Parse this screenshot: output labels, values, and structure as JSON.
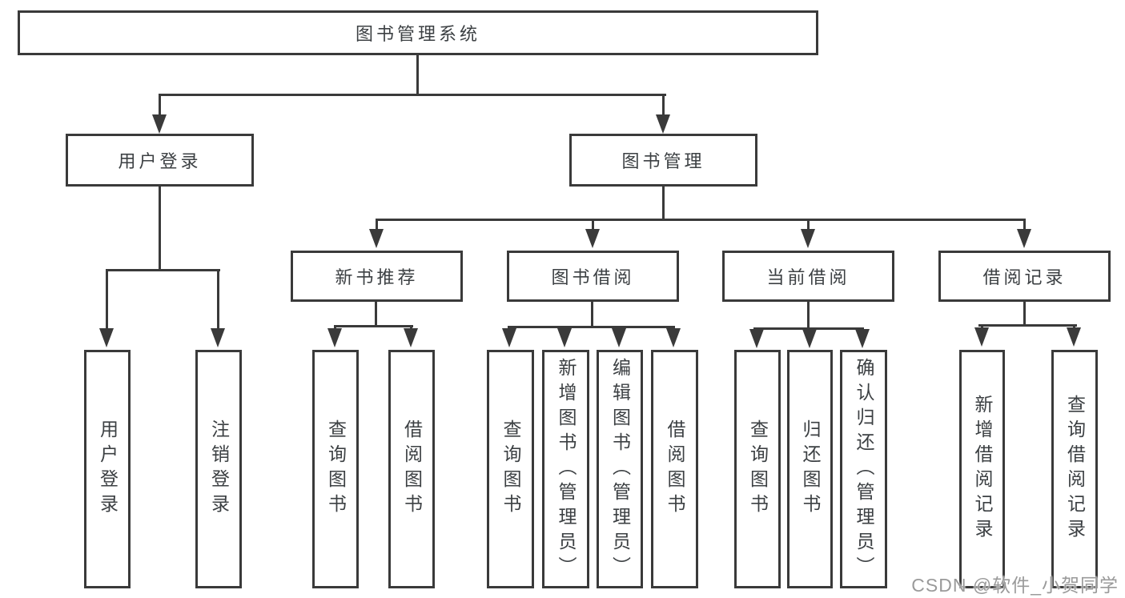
{
  "diagram": {
    "type": "hierarchy-tree",
    "root": {
      "label": "图书管理系统"
    },
    "level2": [
      {
        "label": "用户登录",
        "children": [
          {
            "label": "用户登录"
          },
          {
            "label": "注销登录"
          }
        ]
      },
      {
        "label": "图书管理",
        "children": [
          {
            "label": "新书推荐",
            "children": [
              {
                "label": "查询图书"
              },
              {
                "label": "借阅图书"
              }
            ]
          },
          {
            "label": "图书借阅",
            "children": [
              {
                "label": "查询图书"
              },
              {
                "label": "新增图书（管理员）"
              },
              {
                "label": "编辑图书（管理员）"
              },
              {
                "label": "借阅图书"
              }
            ]
          },
          {
            "label": "当前借阅",
            "children": [
              {
                "label": "查询图书"
              },
              {
                "label": "归还图书"
              },
              {
                "label": "确认归还（管理员）"
              }
            ]
          },
          {
            "label": "借阅记录",
            "children": [
              {
                "label": "新增借阅记录"
              },
              {
                "label": "查询借阅记录"
              }
            ]
          }
        ]
      }
    ]
  },
  "watermark": {
    "text": "CSDN @软件_小贺同学"
  },
  "colors": {
    "line": "#3a3a3a",
    "text": "#3c4043",
    "watermark": "#9a9a9a",
    "background": "#ffffff"
  }
}
